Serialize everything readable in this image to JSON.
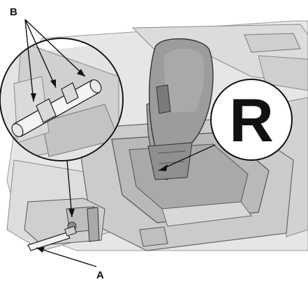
{
  "labels": {
    "a": "A",
    "b": "B",
    "r": "R"
  },
  "colors": {
    "background": "#ffffff",
    "line": "#111111",
    "part_light": "#d6d6d6",
    "part_mid": "#b5b5b5",
    "part_dark": "#8e8e8e",
    "console": "#c7c7c7"
  }
}
